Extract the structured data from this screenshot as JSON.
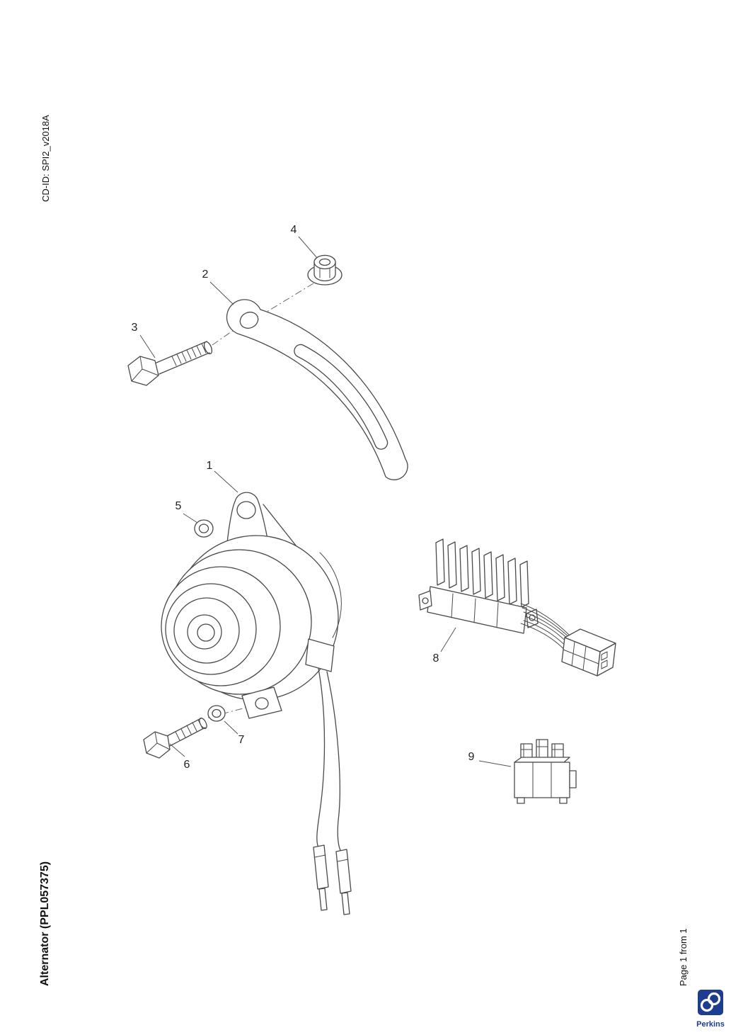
{
  "page": {
    "cd_id": "CD-ID: SPI2_v2018A",
    "title": "Alternator (PPL057375)",
    "page_label": "Page 1 from 1"
  },
  "brand": {
    "name": "Perkins",
    "color": "#1d3d8f"
  },
  "diagram": {
    "type": "exploded-parts-diagram",
    "subject": "alternator assembly",
    "callouts": [
      "1",
      "2",
      "3",
      "4",
      "5",
      "6",
      "7",
      "8",
      "9"
    ]
  }
}
